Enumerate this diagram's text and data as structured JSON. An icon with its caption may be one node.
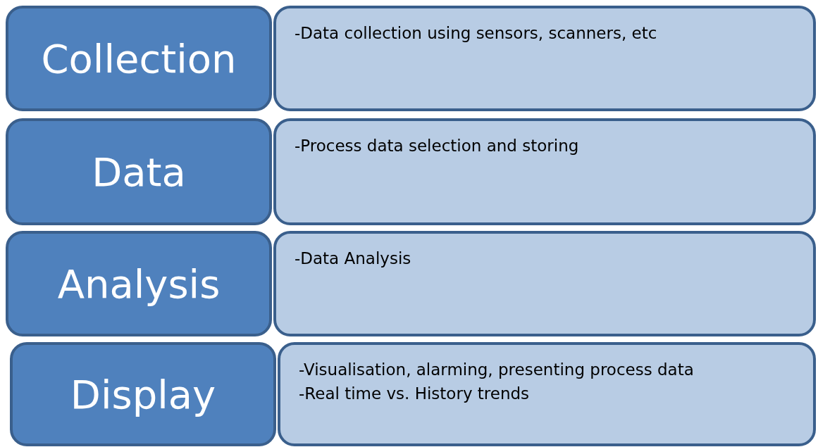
{
  "diagram": {
    "nodes": [
      {
        "text": [
          "Collection"
        ]
      },
      {
        "text": [
          "-Data collection using sensors, scanners, etc"
        ]
      },
      {
        "text": [
          "Data"
        ]
      },
      {
        "text": [
          "-Process data selection and storing"
        ]
      },
      {
        "text": [
          "Analysis"
        ]
      },
      {
        "text": [
          "-Data Analysis"
        ]
      },
      {
        "text": [
          "Display"
        ]
      },
      {
        "text": [
          "-Visualisation, alarming, presenting process data",
          "-Real time vs. History trends"
        ]
      }
    ]
  }
}
